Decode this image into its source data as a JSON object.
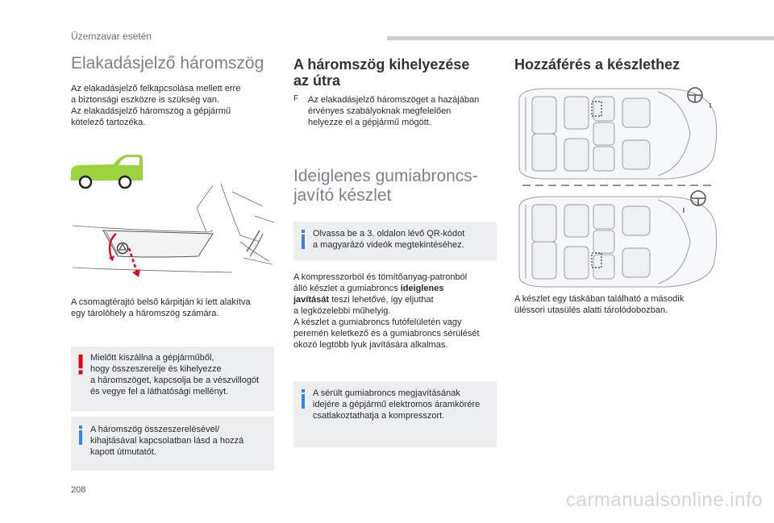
{
  "header": {
    "section": "Üzemzavar esetén",
    "bar_color": "#c9ced6"
  },
  "col1": {
    "title": "Elakadásjelző háromszög",
    "intro": [
      "Az elakadásjelző felkapcsolása mellett erre",
      "a biztonsági eszközre is szükség van.",
      "Az elakadásjelző háromszög a gépjármű",
      "kötelező tartozéka."
    ],
    "caption": [
      "A csomagtérajtó belső kárpitján ki lett alakítva",
      "egy tárolóhely a háromszög számára."
    ],
    "warning": [
      "Mielőtt kiszállna a gépjárműből,",
      "hogy összeszerelje és kihelyezze",
      "a háromszöget, kapcsolja be a vészvillogót",
      "és vegye fel a láthatósági mellényt."
    ],
    "info": [
      "A háromszög összeszerelésével/",
      "kihajtásával kapcsolatban lásd a hozzá",
      "kapott útmutatót."
    ]
  },
  "col2": {
    "title": [
      "A háromszög kihelyezése",
      "az útra"
    ],
    "bullet_mark": "F",
    "bullet": [
      "Az elakadásjelző háromszöget a hazájában",
      "érvényes szabályoknak megfelelően",
      "helyezze el a gépjármű mögött."
    ],
    "title2": [
      "Ideiglenes gumiabroncs-",
      "javító készlet"
    ],
    "info1": [
      "Olvassa be a 3. oldalon lévő QR-kódot",
      "a magyarázó videók megtekintéséhez."
    ],
    "body": {
      "l1": "A kompresszorból és tömítőanyag-patronból",
      "l2a": "álló készlet a gumiabroncs ",
      "l2b": "ideiglenes",
      "l3a": "javítását",
      "l3b": " teszi lehetővé, így eljuthat",
      "l4": "a legközelebbi műhelyig.",
      "l5": "A készlet a gumiabroncs futófelületén vagy",
      "l6": "peremén keletkező és a gumiabroncs sérülését",
      "l7": "okozó legtöbb lyuk javítására alkalmas."
    },
    "info2": [
      "A sérült gumiabroncs megjavításának",
      "idejére a gépjármű elektromos áramkörére",
      "csatlakoztathatja a kompresszort."
    ]
  },
  "col3": {
    "title": "Hozzáférés a készlethez",
    "caption": [
      "A készlet egy táskában található a második",
      "üléssori utasülés alatti tárolódobozban."
    ]
  },
  "colors": {
    "warning": "#e30613",
    "info": "#3a86d6",
    "car_green": "#9bd33d",
    "note_bg": "#eceeef"
  },
  "footer": {
    "page": "208",
    "watermark": "carmanualsonline.info"
  }
}
